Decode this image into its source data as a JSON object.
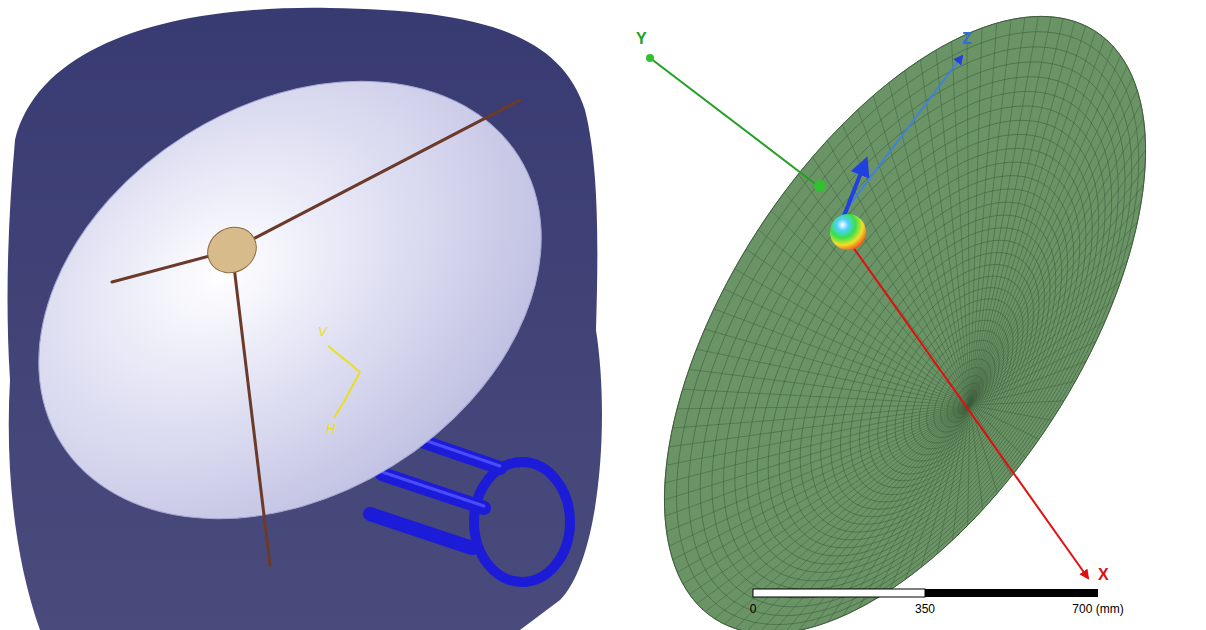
{
  "diagram": {
    "labels": [
      "V",
      "H",
      "Y",
      "Z",
      "X",
      "0",
      "350",
      "700 (mm)"
    ]
  }
}
